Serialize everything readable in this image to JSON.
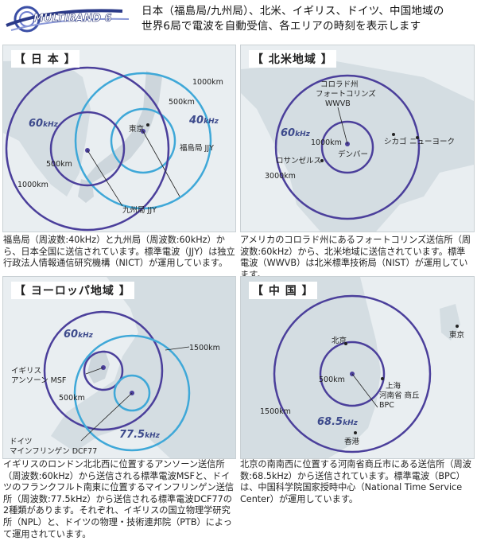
{
  "header": {
    "logo_text": "MULTIBAND 6",
    "headline_line1": "日本（福島局/九州局）、北米、イギリス、ドイツ、中国地域の",
    "headline_line2": "世界6局で電波を自動受信、各エリアの時刻を表示します"
  },
  "colors": {
    "outer_ring": "#4b3f9b",
    "inner_ring": "#3fa8d8",
    "land": "#d4dde2",
    "sea": "#e9eef1"
  },
  "panels": {
    "japan": {
      "title": "【 日 本 】",
      "freq_60": "60",
      "freq_40": "40",
      "freq_unit": "kHz",
      "r1000_right": "1000km",
      "r500_right": "500km",
      "r500_left": "500km",
      "r1000_left": "1000km",
      "city_tokyo": "東京",
      "station_fukushima": "福島局 JJY",
      "station_kyushu": "九州局 JJY",
      "description": "福島局（周波数:40kHz）と九州局（周波数:60kHz）から、日本全国に送信されています。標準電波（JJY）は独立行政法人情報通信研究機構（NICT）が運用しています。"
    },
    "north_america": {
      "title": "【 北米地域 】",
      "station_line1": "コロラド州",
      "station_line2": "フォートコリンズ",
      "station_line3": "WWVB",
      "freq_60": "60",
      "freq_unit": "kHz",
      "r1000": "1000km",
      "r3000": "3000km",
      "city_chicago": "シカゴ",
      "city_newyork": "ニューヨーク",
      "city_la": "ロサンゼルス",
      "city_denver": "デンバー",
      "description": "アメリカのコロラド州にあるフォートコリンズ送信所（周波数:60kHz）から、北米地域に送信されています。標準電波（WWVB）は北米標準技術局（NIST）が運用しています。"
    },
    "europe": {
      "title": "【 ヨーロッパ地域 】",
      "freq_60": "60",
      "freq_77": "77.5",
      "freq_unit": "kHz",
      "r1500": "1500km",
      "r500": "500km",
      "msf_line1": "イギリス",
      "msf_line2": "アンソーン MSF",
      "dcf_line1": "ドイツ",
      "dcf_line2": "マインフリンゲン DCF77",
      "description": "イギリスのロンドン北北西に位置するアンソーン送信所（周波数:60kHz）から送信される標準電波MSFと、ドイツのフランクフルト南東に位置するマインフリンゲン送信所（周波数:77.5kHz）から送信される標準電波DCF77の2種類があります。それぞれ、イギリスの国立物理学研究所（NPL）と、ドイツの物理・技術連邦院（PTB）によって運用されています。"
    },
    "china": {
      "title": "【 中 国 】",
      "city_beijing": "北京",
      "city_tokyo": "東京",
      "city_shanghai": "上海",
      "city_hongkong": "香港",
      "station_line1": "河南省 商丘",
      "station_line2": "BPC",
      "r500": "500km",
      "r1500": "1500km",
      "freq_68": "68.5",
      "freq_unit": "kHz",
      "description": "北京の南南西に位置する河南省商丘市にある送信所（周波数:68.5kHz）から送信されています。標準電波（BPC）は、中国科学院国家授時中心（National Time Service Center）が運用しています。"
    }
  }
}
